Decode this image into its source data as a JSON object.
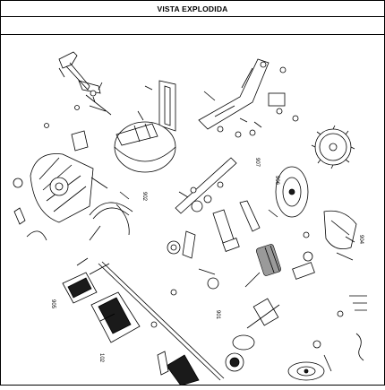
{
  "header": {
    "title": "VISTA EXPLODIDA"
  },
  "parts": {
    "motor_cover": "906",
    "base_plate": "905",
    "handle_bar": "907",
    "blade_guard": "904",
    "table": "902",
    "arm": "901",
    "lower_left": "102"
  }
}
